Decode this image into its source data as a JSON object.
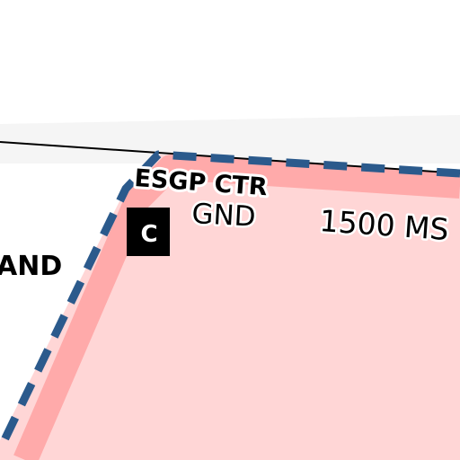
{
  "map": {
    "airspace": {
      "name": "ESGP CTR",
      "lower_limit": "GND",
      "upper_limit": "1500 MS",
      "class": "C"
    },
    "area_label_fragment": "AND",
    "colors": {
      "ctr_fill": "#ffd6d6",
      "ctr_band": "#ffaaaa",
      "ctr_border": "#2b5a8c",
      "class_box": "#000000",
      "class_text": "#ffffff",
      "boundary_line": "#000000",
      "band_top_strip": "#f5f5f5"
    }
  }
}
